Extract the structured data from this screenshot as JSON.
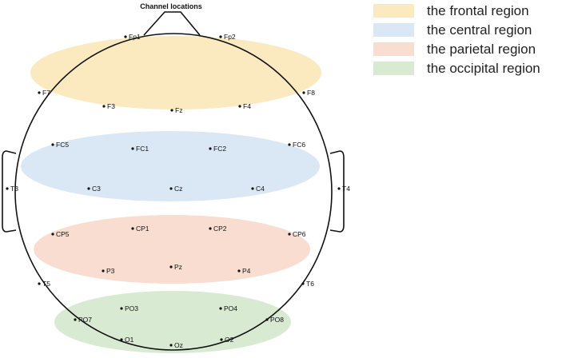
{
  "title": "Channel locations",
  "regions": [
    {
      "key": "frontal",
      "label": "the frontal region",
      "color": "#fbe9bf"
    },
    {
      "key": "central",
      "label": "the central region",
      "color": "#dae8f5"
    },
    {
      "key": "parietal",
      "label": "the parietal region",
      "color": "#f9ddd0"
    },
    {
      "key": "occipital",
      "label": "the occipital region",
      "color": "#d9ead3"
    }
  ],
  "channels": [
    "Fp1",
    "Fp2",
    "F7",
    "F3",
    "Fz",
    "F4",
    "F8",
    "FC5",
    "FC1",
    "FC2",
    "FC6",
    "T3",
    "C3",
    "Cz",
    "C4",
    "T4",
    "CP5",
    "CP1",
    "CP2",
    "CP6",
    "P3",
    "Pz",
    "P4",
    "T5",
    "T6",
    "PO3",
    "PO4",
    "PO7",
    "PO8",
    "O1",
    "Oz",
    "O2"
  ]
}
